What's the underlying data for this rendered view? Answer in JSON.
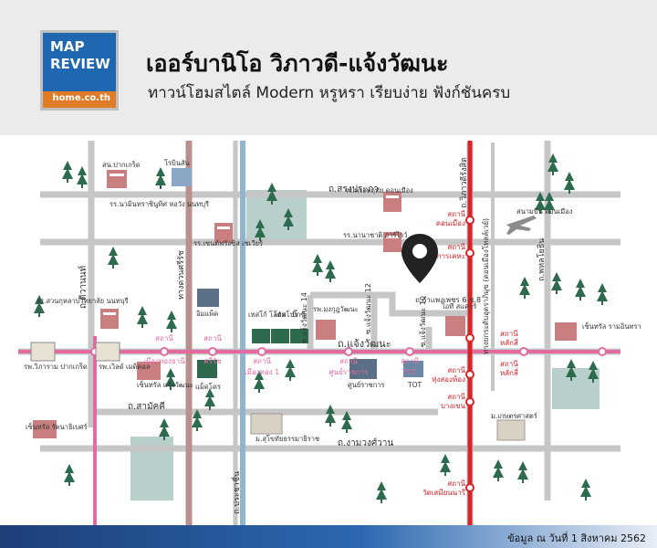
{
  "logo": {
    "line1": "MAP",
    "line2": "REVIEW",
    "site": "home.co.th"
  },
  "header": {
    "title": "เออร์บานิโอ วิภาวดี-แจ้งวัฒนะ",
    "subtitle": "ทาวน์โฮมสไตล์ Modern หรูหรา เรียบง่าย ฟังก์ชันครบ"
  },
  "roads": {
    "songprapa": "ถ.สรงประภา",
    "chaengwattana": "ถ.แจ้งวัฒนะ",
    "samakkhi": "ถ.สามัคคี",
    "ngamwongwan": "ถ.งามวงศ์วาน",
    "tiwanon": "ถ.ติวานนท์",
    "prachachuen": "ถ.ประชาชื่น",
    "kanchanaphisek": "ทางด่วนศรีรัช",
    "vibhavadi": "ถ.วิภาวดีรังสิต",
    "phahonyothin": "ถ.พหลโยธิน",
    "tollway": "ทางยกระดับอุตราภิมุข (ดอนเมืองโทลล์เวย์)",
    "soi14": "ซ.แจ้งวัฒนะ 14",
    "soi12": "ซ.แจ้งวัฒนะ 12",
    "soi10": "ซ.แจ้งวัฒนะ 10",
    "kamphaeng": "ถ.กำแพงเพชร 6 ซ.8"
  },
  "stations": {
    "station_word": "สถานี",
    "donmueang": "ดอนเมือง",
    "kanKheha": "การเคหะ",
    "laksi_top": "หลักสี่",
    "laksi_bottom": "หลักสี่",
    "thungsonghong": "ทุ่งสองห้อง",
    "bangkhen": "บางเขน",
    "watsamian": "วัดเสมียนนารี",
    "mueangthong": "เมืองทองธานี",
    "sriratch": "ศรีรัช",
    "mueangthong1": "เมืองทอง 1",
    "govcomplex": "ศูนย์ราชการ",
    "tot": "TOT"
  },
  "places": {
    "skatepark": "สน.ปากเกร็ด",
    "robinson": "โรบินสัน",
    "nonthaburi_school": "รร.นวมินทราชินูทิศ หอวัง นนทบุรี",
    "st_francis": "รร.เซนต์ฟรังซิส เซเวียร์",
    "songkhla_school": "รร.สวนกุหลาบวิทยาลัย นนทบุรี",
    "impact": "อิมแพ็ค",
    "makro": "แม็คโคร",
    "tesco": "เทสโก้ โลตัส",
    "homepro": "โฮมโปร",
    "bigc": "บิ๊กซี",
    "hospital_mongkut": "รพ.มงกุฎวัฒนะ",
    "govcomplex_bldg": "ศูนย์ราชการ",
    "tot_bldg": "TOT",
    "central_chaeng": "เซ็นทรัล แจ้งวัฒนะ",
    "hosp_wiphaphrao": "รพ.วิภาราม ปากเกร็ด",
    "hosp_westmed": "รพ.เวิลด์ เมดิคอล",
    "central_rattana": "เซ็นทรัล รัตนาธิเบศร์",
    "sukhothai_uni": "ม.สุโขทัยธรรมาธิราช",
    "kasetsart": "ม.เกษตรศาสตร์",
    "central_ramindra": "เซ็นทรัล รามอินทรา",
    "donmueang_airport": "สนามบิน ดอนเมือง",
    "itsquare": "ไอที สแควร์",
    "school_phrakrit": "รร.พระหฤทัย ดอนเมือง",
    "school_nanachat": "รร.นานาชาติ อาร์ไรว์"
  },
  "footer": {
    "note": "ข้อมูล ณ วันที่ 1 สิงหาคม 2562"
  },
  "colors": {
    "pink_line": "#e26aa1",
    "red_line": "#dc2127",
    "road": "#c6c6c6",
    "blue": "#1f67b1",
    "orange": "#e07b27",
    "pin": "#222222",
    "tree": "#2e6a4d"
  }
}
